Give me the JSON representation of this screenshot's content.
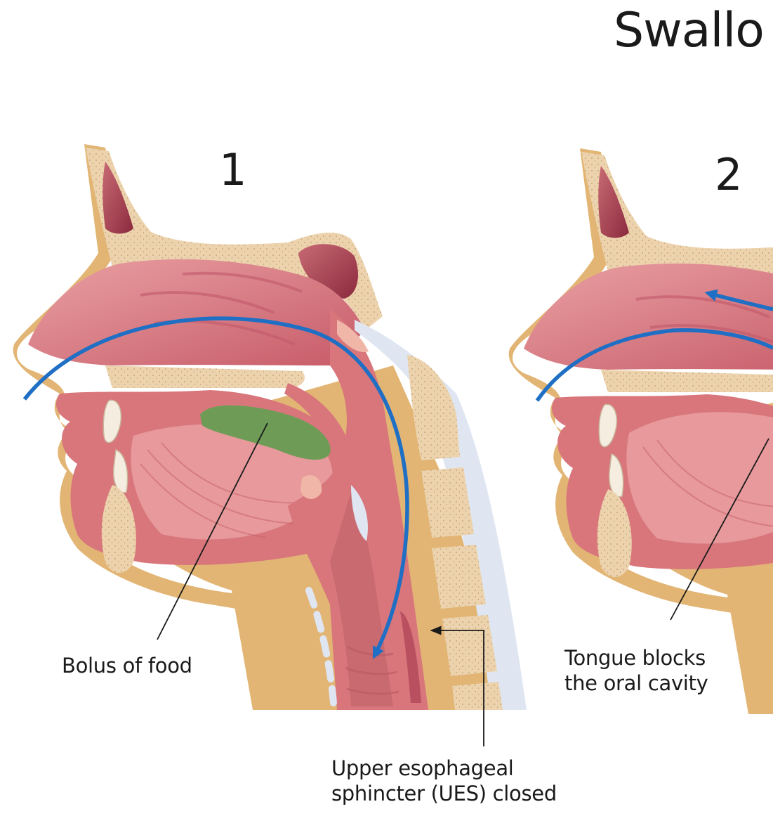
{
  "title": "Swallo",
  "panels": [
    {
      "number": "1"
    },
    {
      "number": "2"
    }
  ],
  "labels": {
    "bolus": "Bolus of food",
    "tongue_line1": "Tongue blocks",
    "tongue_line2": "the oral cavity",
    "ues_line1": "Upper esophageal",
    "ues_line2": "sphincter (UES) closed"
  },
  "colors": {
    "skin": "#e2b574",
    "bone": "#ecd3ad",
    "tissue": "#d8767c",
    "tissue_light": "#e7999b",
    "cavity": "#b94f5f",
    "cartilage": "#dfe6f2",
    "bolus": "#6e9c56",
    "flow_arrow": "#1f6fc4",
    "leader_line": "#1a1a1a"
  }
}
